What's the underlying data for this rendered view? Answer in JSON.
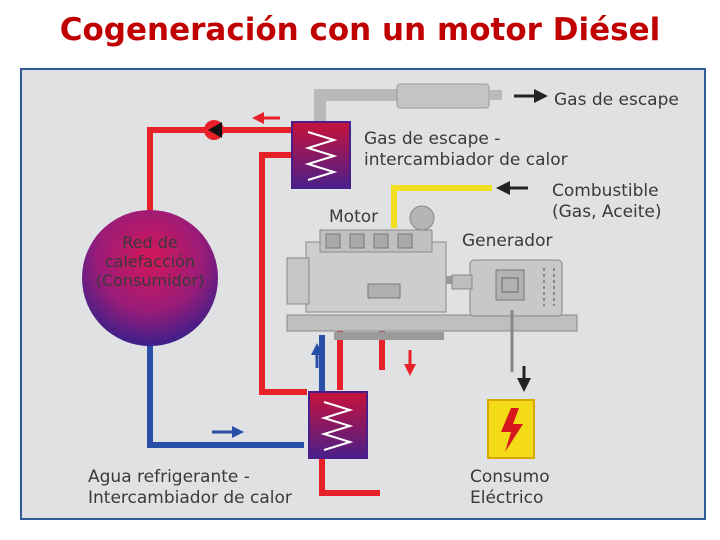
{
  "title": "Cogeneración con un motor Diésel",
  "labels": {
    "exhaust_gas": "Gas de escape",
    "exhaust_hx_line1": "Gas de escape -",
    "exhaust_hx_line2": "intercambiador de calor",
    "fuel_line1": "Combustible",
    "fuel_line2": "(Gas, Aceite)",
    "engine": "Motor",
    "generator": "Generador",
    "heating_line1": "Red de",
    "heating_line2": "calefacción",
    "heating_line3": "(Consumidor)",
    "coolant_hx_line1": "Agua refrigerante -",
    "coolant_hx_line2": "Intercambiador de calor",
    "electric_line1": "Consumo",
    "electric_line2": "Eléctrico"
  },
  "colors": {
    "title": "#c00000",
    "hot_pipe": "#e8202a",
    "cold_pipe": "#2a4fa8",
    "exhaust_pipe": "#b9b9b9",
    "fuel_pipe": "#f0e020",
    "frame_border": "#2e5a98",
    "background": "#dfe1e2"
  },
  "icons": {
    "pump": "pump-icon",
    "heat_exchanger": "heat-exchanger-icon",
    "electric_hazard": "lightning-bolt-icon"
  }
}
